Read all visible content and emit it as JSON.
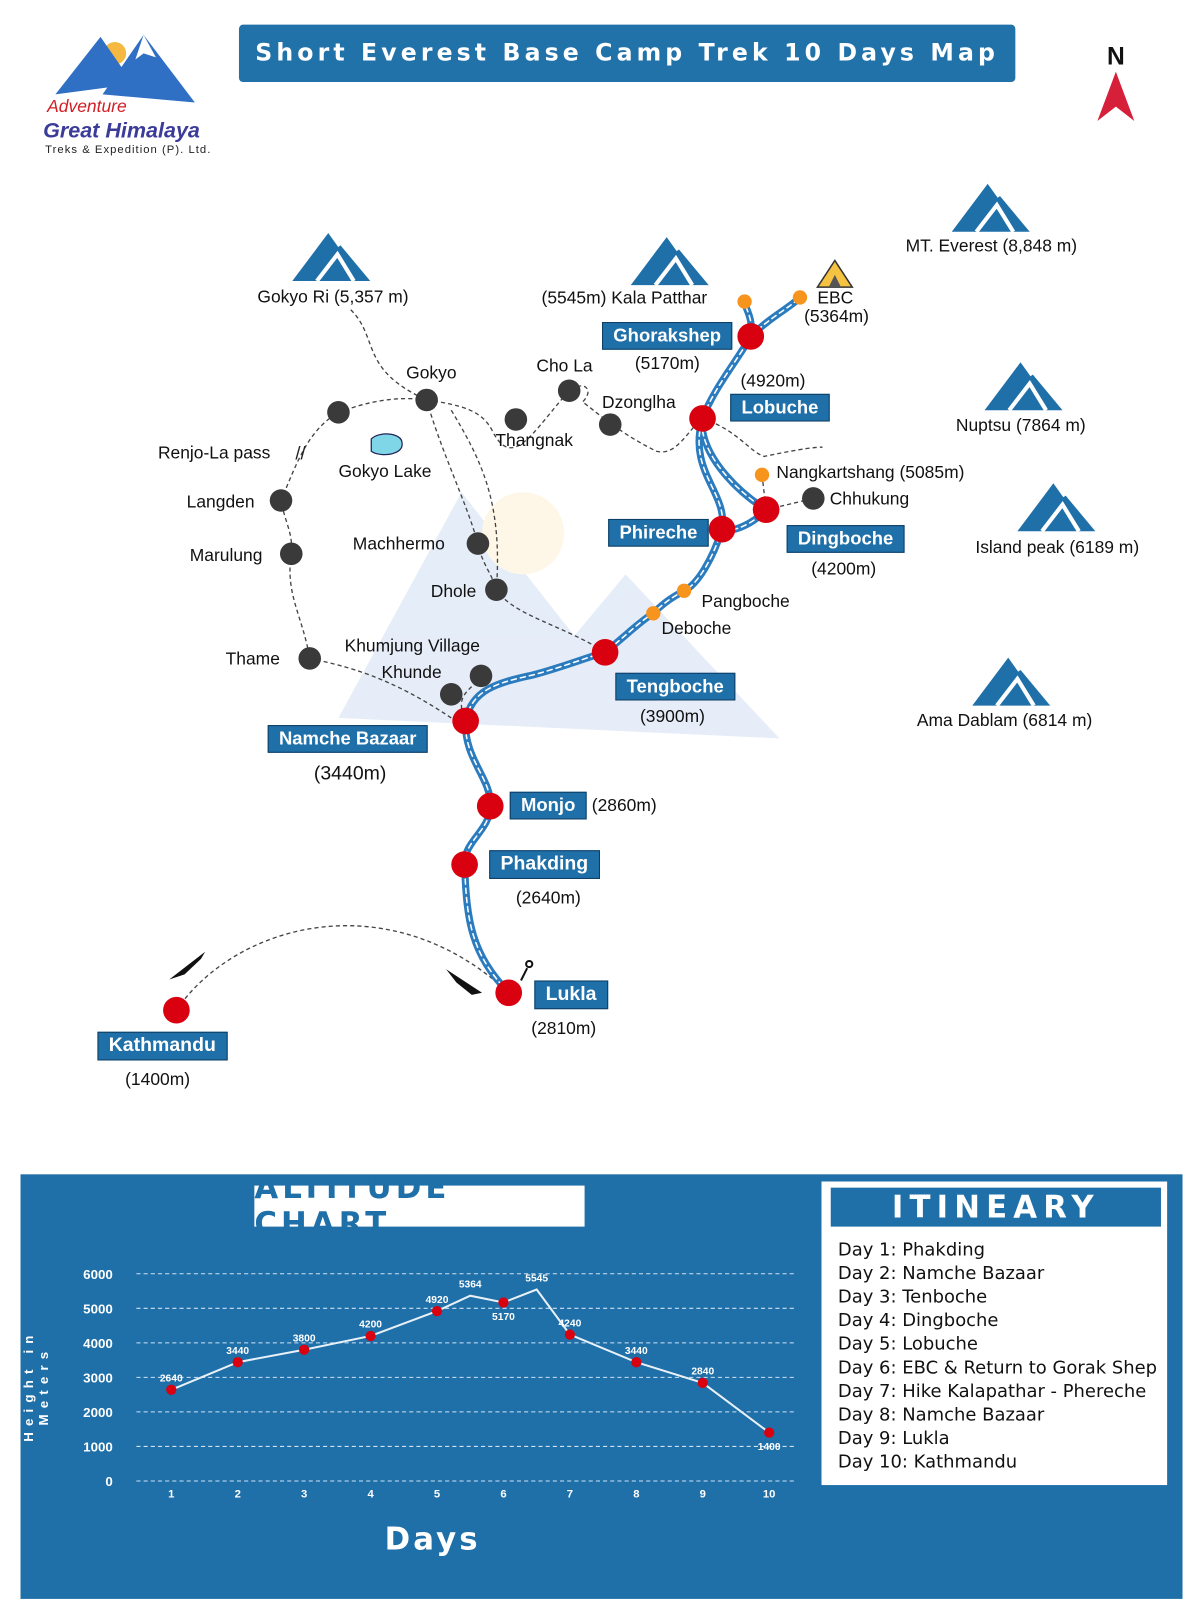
{
  "header": {
    "title": "Short Everest Base Camp Trek 10 Days Map",
    "north": "N"
  },
  "logo": {
    "line1": "Adventure",
    "line2": "Great Himalaya",
    "line3": "Treks & Expedition (P). Ltd."
  },
  "colors": {
    "brand_blue": "#1f6fa8",
    "stop_red": "#d9000f",
    "side_orange": "#f7941d",
    "node_gray": "#3a3a3a",
    "route_blue": "#2b7bbf"
  },
  "peaks": [
    {
      "label": "MT. Everest (8,848 m)"
    },
    {
      "label": "Nuptsu (7864 m)"
    },
    {
      "label": "Island peak (6189 m)"
    },
    {
      "label": "Ama Dablam (6814 m)"
    },
    {
      "label": "Gokyo Ri (5,357 m)"
    },
    {
      "label": "(5545m) Kala Patthar"
    }
  ],
  "stops": {
    "ebc": {
      "name": "EBC",
      "alt": "(5364m)"
    },
    "gorakshep": {
      "name": "Ghorakshep",
      "alt": "(5170m)"
    },
    "lobuche": {
      "name": "Lobuche",
      "alt": "(4920m)"
    },
    "nangkartshang": {
      "name": "Nangkartshang (5085m)"
    },
    "chhukung": {
      "name": "Chhukung"
    },
    "dingboche": {
      "name": "Dingboche",
      "alt": "(4200m)"
    },
    "phireche": {
      "name": "Phireche"
    },
    "pangboche": {
      "name": "Pangboche"
    },
    "deboche": {
      "name": "Deboche"
    },
    "tengboche": {
      "name": "Tengboche",
      "alt": "(3900m)"
    },
    "namche": {
      "name": "Namche Bazaar",
      "alt": "(3440m)"
    },
    "monjo": {
      "name": "Monjo",
      "alt": "(2860m)"
    },
    "phakding": {
      "name": "Phakding",
      "alt": "(2640m)"
    },
    "lukla": {
      "name": "Lukla",
      "alt": "(2810m)"
    },
    "kathmandu": {
      "name": "Kathmandu",
      "alt": "(1400m)"
    }
  },
  "places": {
    "gokyo": "Gokyo",
    "cho_la": "Cho La",
    "dzonglha": "Dzonglha",
    "thangnak": "Thangnak",
    "renjo_la": "Renjo-La pass",
    "gokyo_lake": "Gokyo Lake",
    "langden": "Langden",
    "marulung": "Marulung",
    "machhermo": "Machhermo",
    "dhole": "Dhole",
    "thame": "Thame",
    "khumjung": "Khumjung Village",
    "khunde": "Khunde"
  },
  "chart_data": {
    "type": "line",
    "title": "ALTITUDE CHART",
    "xlabel": "Days",
    "ylabel": "Height in Meters",
    "ylim": [
      0,
      6000
    ],
    "yticks": [
      0,
      1000,
      2000,
      3000,
      4000,
      5000,
      6000
    ],
    "xticks": [
      1,
      2,
      3,
      4,
      5,
      6,
      7,
      8,
      9,
      10
    ],
    "grid": true,
    "points": [
      {
        "x": 1,
        "y": 2640,
        "marker": true
      },
      {
        "x": 2,
        "y": 3440,
        "marker": true
      },
      {
        "x": 3,
        "y": 3800,
        "marker": true
      },
      {
        "x": 4,
        "y": 4200,
        "marker": true
      },
      {
        "x": 5,
        "y": 4920,
        "marker": true
      },
      {
        "x": 5.5,
        "y": 5364,
        "marker": false
      },
      {
        "x": 6,
        "y": 5170,
        "marker": true
      },
      {
        "x": 6.5,
        "y": 5545,
        "marker": false
      },
      {
        "x": 7,
        "y": 4240,
        "marker": true
      },
      {
        "x": 8,
        "y": 3440,
        "marker": true
      },
      {
        "x": 9,
        "y": 2840,
        "marker": true
      },
      {
        "x": 10,
        "y": 1400,
        "marker": true
      }
    ]
  },
  "itinerary": {
    "title": "ITINEARY",
    "items": [
      "Day 1: Phakding",
      "Day 2: Namche Bazaar",
      "Day 3: Tenboche",
      "Day 4: Dingboche",
      "Day 5: Lobuche",
      "Day 6: EBC & Return to Gorak Shep",
      "Day 7:  Hike Kalapathar - Phereche",
      "Day 8: Namche Bazaar",
      "Day 9: Lukla",
      "Day 10: Kathmandu"
    ]
  }
}
